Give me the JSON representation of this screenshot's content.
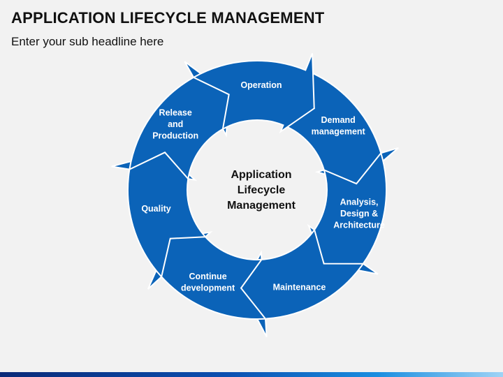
{
  "header": {
    "title": "APPLICATION LIFECYCLE MANAGEMENT",
    "subtitle": "Enter your sub headline here"
  },
  "center": {
    "lines": [
      "Application",
      "Lifecycle",
      "Management"
    ]
  },
  "stages": [
    {
      "name": "demand",
      "lines": [
        "Demand",
        "management"
      ]
    },
    {
      "name": "analysis",
      "lines": [
        "Analysis,",
        "Design &",
        "Architecture"
      ]
    },
    {
      "name": "maintenance",
      "lines": [
        "Maintenance"
      ]
    },
    {
      "name": "continue",
      "lines": [
        "Continue",
        "development"
      ]
    },
    {
      "name": "quality",
      "lines": [
        "Quality"
      ]
    },
    {
      "name": "release",
      "lines": [
        "Release",
        "and",
        "Production"
      ]
    },
    {
      "name": "operation",
      "lines": [
        "Operation"
      ]
    }
  ],
  "colors": {
    "segment_fill": "#0b63b8",
    "segment_stroke": "#ffffff",
    "title_color": "#111111"
  }
}
